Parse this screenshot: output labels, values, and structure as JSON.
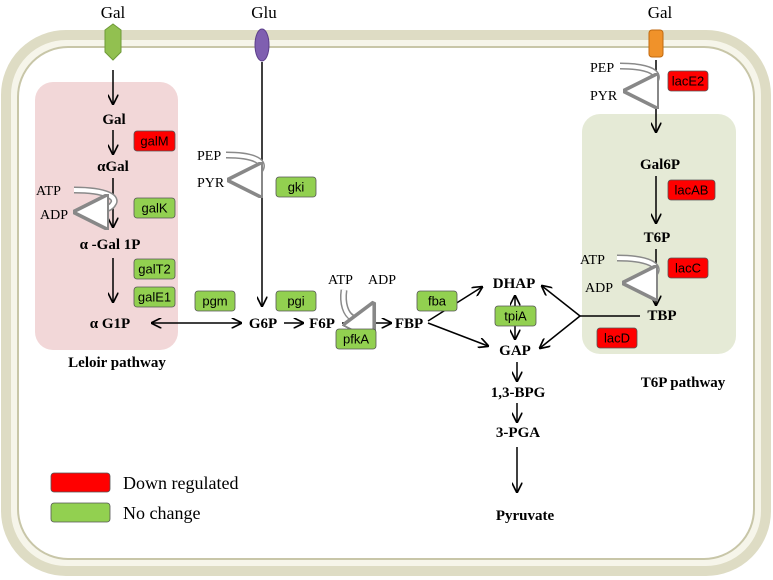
{
  "colors": {
    "down_regulated": "#ff0000",
    "no_change": "#92d050",
    "cell_border": "#dedcc4",
    "cell_inner_border": "#c8c6a8",
    "leloir_bg": "#f2d7d8",
    "t6p_bg": "#e5ead6",
    "gal_transporter_left": "#92c050",
    "glu_transporter": "#7f5fb0",
    "gal_transporter_right": "#f0922a"
  },
  "transporters": {
    "gal_left": "Gal",
    "glu": "Glu",
    "gal_right": "Gal"
  },
  "pathways": {
    "leloir": "Leloir pathway",
    "t6p": "T6P pathway"
  },
  "metabolites": {
    "gal": "Gal",
    "alpha_gal": "αGal",
    "alpha_gal_1p": "α -Gal 1P",
    "alpha_g1p": "α G1P",
    "g6p": "G6P",
    "f6p": "F6P",
    "fbp": "FBP",
    "dhap": "DHAP",
    "gap": "GAP",
    "bpg": "1,3-BPG",
    "pga": "3-PGA",
    "pyruvate": "Pyruvate",
    "gal6p": "Gal6P",
    "t6p": "T6P",
    "tbp": "TBP"
  },
  "cofactors": {
    "atp_leloir": "ATP",
    "adp_leloir": "ADP",
    "pep_glu": "PEP",
    "pyr_glu": "PYR",
    "atp_pfk": "ATP",
    "adp_pfk": "ADP",
    "pep_lac": "PEP",
    "pyr_lac": "PYR",
    "atp_lacc": "ATP",
    "adp_lacc": "ADP"
  },
  "enzymes": [
    {
      "id": "galM",
      "label": "galM",
      "status": "down"
    },
    {
      "id": "galK",
      "label": "galK",
      "status": "nochange"
    },
    {
      "id": "galT2",
      "label": "galT2",
      "status": "nochange"
    },
    {
      "id": "galE1",
      "label": "galE1",
      "status": "nochange"
    },
    {
      "id": "gki",
      "label": "gki",
      "status": "nochange"
    },
    {
      "id": "pgm",
      "label": "pgm",
      "status": "nochange"
    },
    {
      "id": "pgi",
      "label": "pgi",
      "status": "nochange"
    },
    {
      "id": "pfkA",
      "label": "pfkA",
      "status": "nochange"
    },
    {
      "id": "fba",
      "label": "fba",
      "status": "nochange"
    },
    {
      "id": "tpiA",
      "label": "tpiA",
      "status": "nochange"
    },
    {
      "id": "lacE2",
      "label": "lacE2",
      "status": "down"
    },
    {
      "id": "lacAB",
      "label": "lacAB",
      "status": "down"
    },
    {
      "id": "lacC",
      "label": "lacC",
      "status": "down"
    },
    {
      "id": "lacD",
      "label": "lacD",
      "status": "down"
    }
  ],
  "legend": {
    "down_label": "Down regulated",
    "nochange_label": "No change"
  }
}
